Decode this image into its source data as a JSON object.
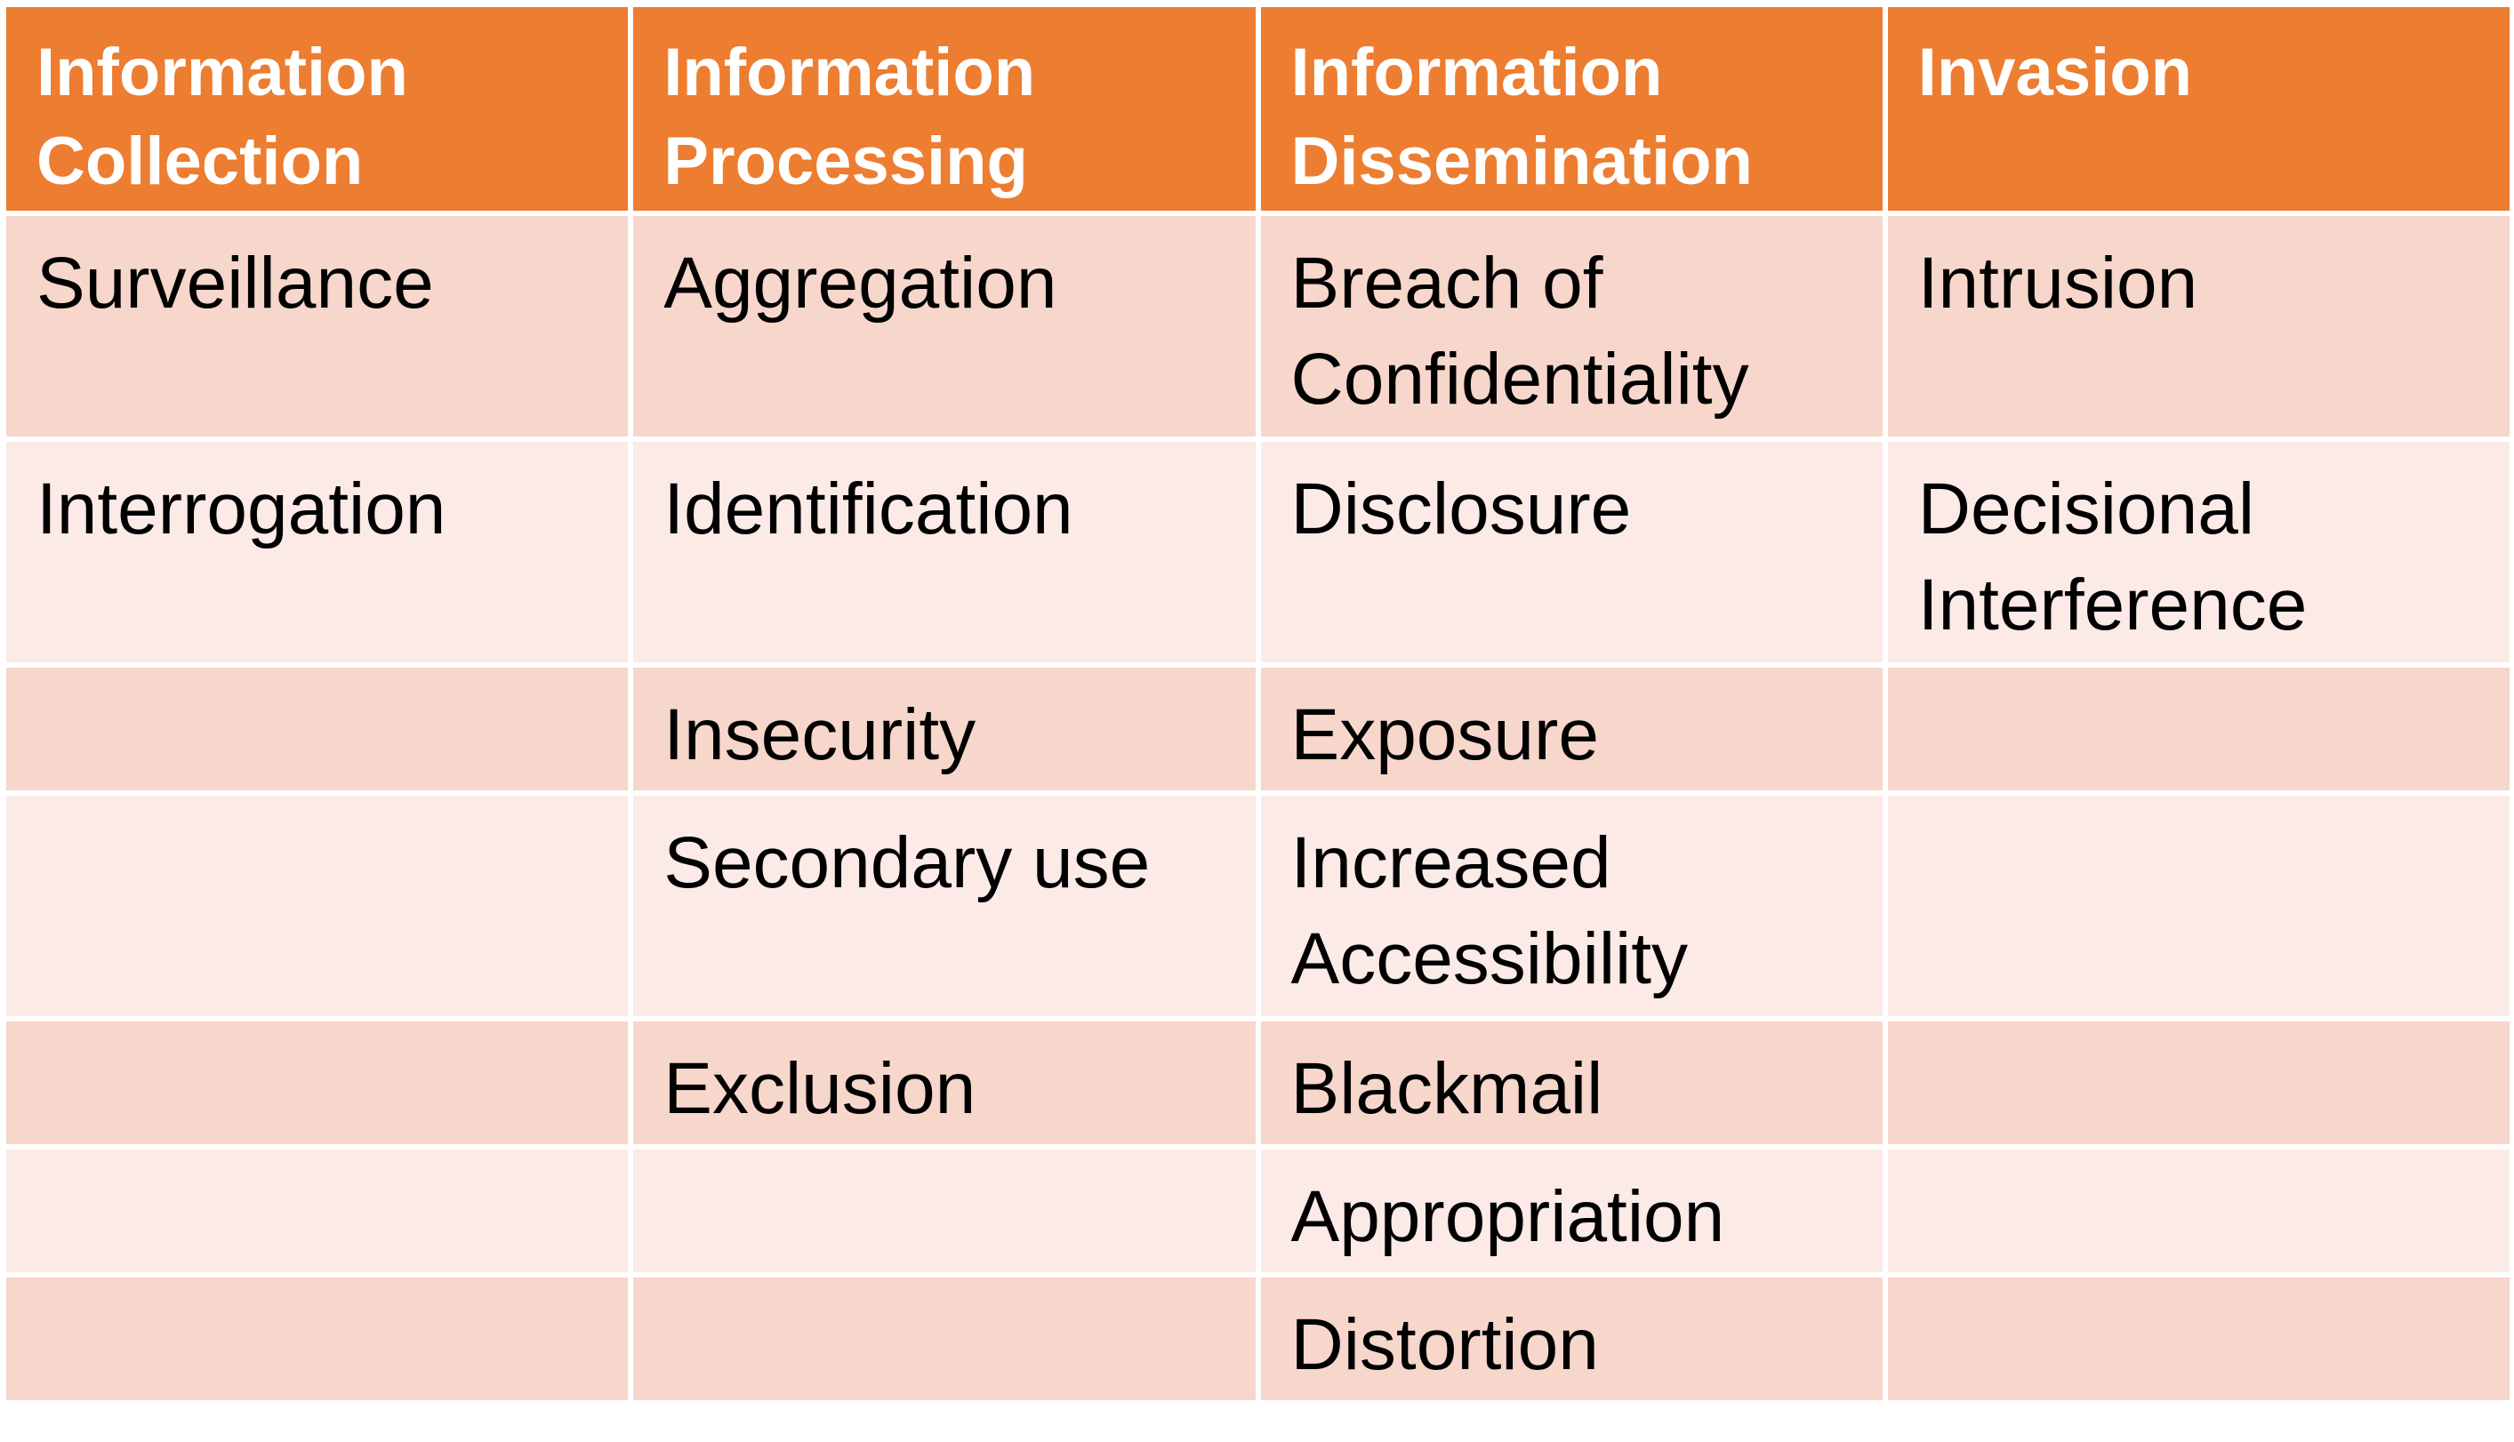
{
  "table": {
    "headers": [
      "Information\nCollection",
      "Information\nProcessing",
      "Information\nDissemination",
      "Invasion"
    ],
    "rows": [
      [
        "Surveillance",
        "Aggregation",
        "Breach of\nConfidentiality",
        "Intrusion"
      ],
      [
        "Interrogation",
        "Identification",
        "Disclosure",
        "Decisional\nInterference"
      ],
      [
        "",
        "Insecurity",
        "Exposure",
        ""
      ],
      [
        "",
        "Secondary use",
        "Increased\nAccessibility",
        ""
      ],
      [
        "",
        "Exclusion",
        "Blackmail",
        ""
      ],
      [
        "",
        "",
        "Appropriation",
        ""
      ],
      [
        "",
        "",
        "Distortion",
        ""
      ]
    ]
  },
  "colors": {
    "header_bg": "#ED7D31",
    "header_text": "#FFFFFF",
    "row_odd_bg": "#F7D6CB",
    "row_even_bg": "#FBEAE6"
  }
}
